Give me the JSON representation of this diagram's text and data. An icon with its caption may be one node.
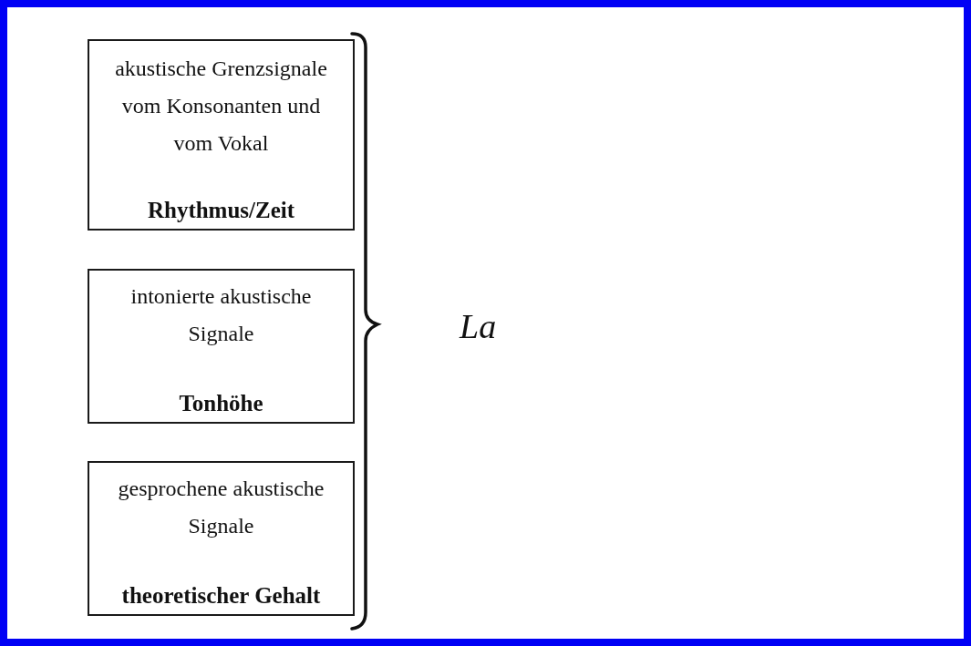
{
  "diagram": {
    "nodes": [
      {
        "text": [
          "akustische Grenzsignale vom Konsonanten und vom Vokal",
          "Rhythmus/Zeit"
        ]
      },
      {
        "text": [
          "intonierte akustische Signale",
          "Tonhöhe"
        ]
      },
      {
        "text": [
          "gesprochene akustische Signale",
          "theoretischer Gehalt"
        ]
      }
    ],
    "labels": [
      "La"
    ]
  }
}
